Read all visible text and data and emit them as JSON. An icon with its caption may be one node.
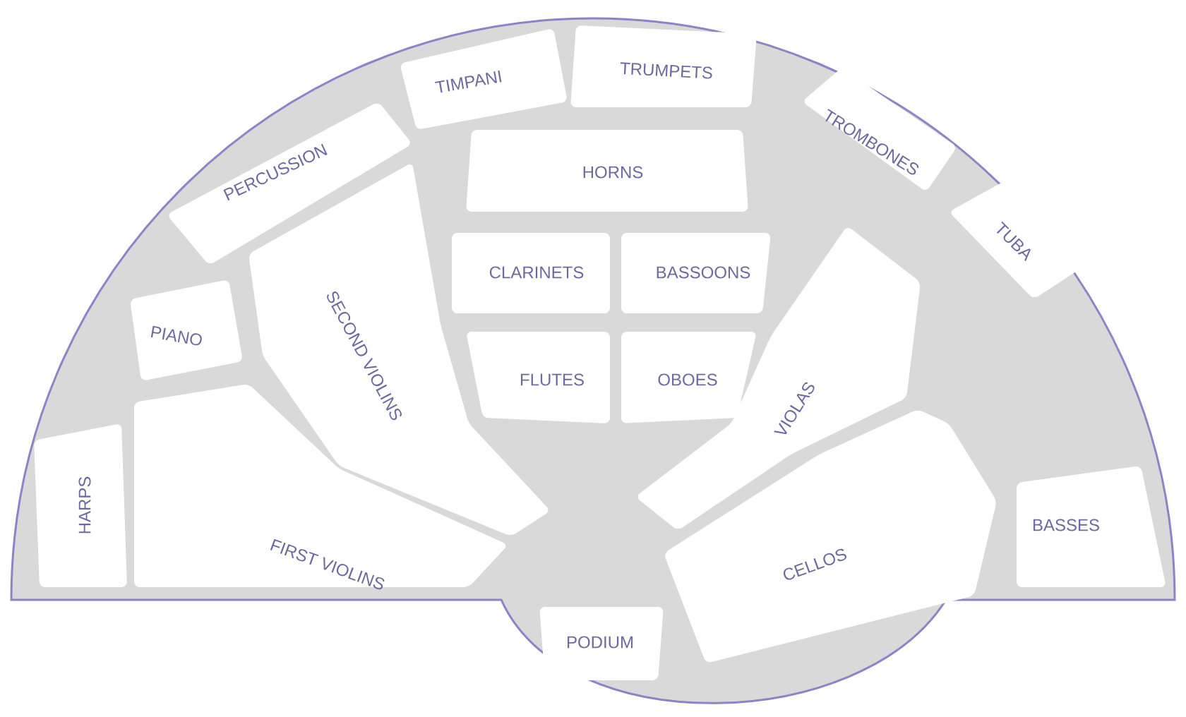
{
  "diagram": {
    "nodes": [
      {
        "text": [
          "PERCUSSION"
        ]
      },
      {
        "text": [
          "TIMPANI"
        ]
      },
      {
        "text": [
          "TRUMPETS"
        ]
      },
      {
        "text": [
          "TROMBONES"
        ]
      },
      {
        "text": [
          "HORNS"
        ]
      },
      {
        "text": [
          "TUBA"
        ]
      },
      {
        "text": [
          "CLARINETS"
        ]
      },
      {
        "text": [
          "BASSOONS"
        ]
      },
      {
        "text": [
          "PIANO"
        ]
      },
      {
        "text": [
          "SECOND VIOLINS"
        ]
      },
      {
        "text": [
          "FLUTES"
        ]
      },
      {
        "text": [
          "OBOES"
        ]
      },
      {
        "text": [
          "VIOLAS"
        ]
      },
      {
        "text": [
          "HARPS"
        ]
      },
      {
        "text": [
          "FIRST VIOLINS"
        ]
      },
      {
        "text": [
          "BASSES"
        ]
      },
      {
        "text": [
          "CELLOS"
        ]
      },
      {
        "text": [
          "PODIUM"
        ]
      }
    ]
  }
}
